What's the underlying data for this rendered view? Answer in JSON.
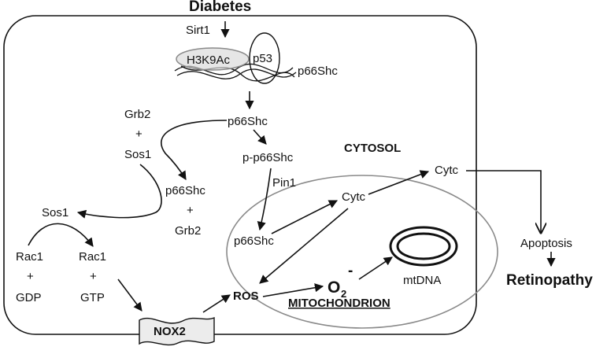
{
  "labels": {
    "diabetes": "Diabetes",
    "sirt1": "Sirt1",
    "h3k9ac": "H3K9Ac",
    "p53": "p53",
    "p66shc_gene": "p66Shc",
    "p66shc_cyto": "p66Shc",
    "p_p66shc": "p-p66Shc",
    "cytosol": "CYTOSOL",
    "grb2_top": "Grb2",
    "plus_1": "+",
    "sos1_top": "Sos1",
    "p66shc_complex": "p66Shc",
    "plus_2": "+",
    "grb2_complex": "Grb2",
    "pin1": "Pin1",
    "sos1_left": "Sos1",
    "rac1_gdp": "Rac1",
    "plus_3": "+",
    "gdp": "GDP",
    "rac1_gtp": "Rac1",
    "plus_4": "+",
    "gtp": "GTP",
    "nox2": "NOX2",
    "ros": "ROS",
    "o2": "O",
    "o2_sub": "2",
    "o2_charge": "-",
    "mtdna": "mtDNA",
    "mitochondrion": "MITOCHONDRION",
    "p66shc_mito": "p66Shc",
    "cytc_mito": "Cytc",
    "cytc_cyto": "Cytc",
    "apoptosis": "Apoptosis",
    "retinopathy": "Retinopathy"
  },
  "colors": {
    "membrane": "#111111",
    "mitochondrion_outline": "#8a8a8a",
    "histone_fill": "#d9d9d9",
    "nox2_fill": "#ececec"
  }
}
